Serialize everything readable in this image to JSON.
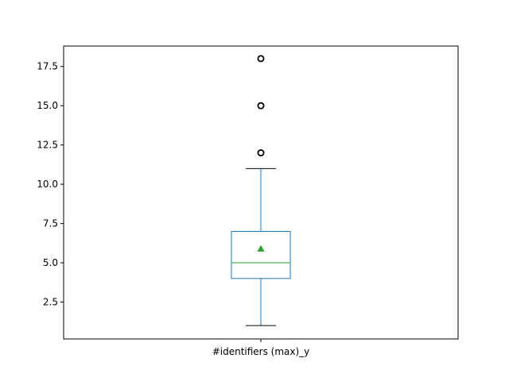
{
  "chart_data": {
    "type": "box",
    "categories": [
      "#identifiers (max)_y"
    ],
    "box": {
      "whisker_low": 1,
      "q1": 4,
      "median": 5,
      "q3": 7,
      "whisker_high": 11,
      "mean": 5.9,
      "outliers": [
        12,
        15,
        18
      ]
    },
    "ylim": [
      0.15,
      18.8
    ],
    "yticks": [
      2.5,
      5.0,
      7.5,
      10.0,
      12.5,
      15.0,
      17.5
    ],
    "ytick_labels": [
      "2.5",
      "5.0",
      "7.5",
      "10.0",
      "12.5",
      "15.0",
      "17.5"
    ],
    "grid": false,
    "colors": {
      "box": "#1f77b4",
      "median": "#2ca02c",
      "mean_marker": "#2ca02c",
      "whisker_cap": "#000000",
      "outlier": "#000000"
    }
  }
}
